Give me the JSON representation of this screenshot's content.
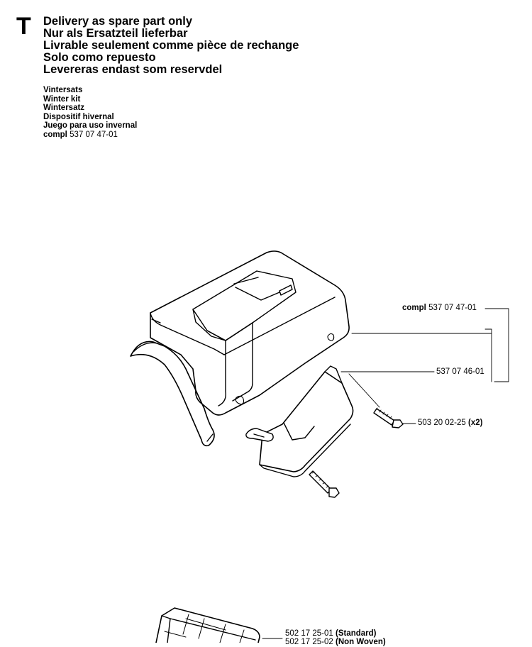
{
  "section_letter": "T",
  "header": {
    "lines": [
      "Delivery as spare part only",
      "Nur als Ersatzteil lieferbar",
      "Livrable seulement comme pièce de rechange",
      "Solo como repuesto",
      "Levereras endast som reservdel"
    ]
  },
  "kit": {
    "names": [
      "Vintersats",
      "Winter kit",
      "Wintersatz",
      "Dispositif hivernal",
      "Juego para uso invernal"
    ],
    "compl_prefix": "compl",
    "compl_number": "537 07 47-01"
  },
  "callouts": {
    "c1": {
      "prefix": "compl",
      "number": "537 07 47-01"
    },
    "c2": {
      "number": "537 07 46-01"
    },
    "c3": {
      "number": "503 20 02-25",
      "qty": "(x2)"
    },
    "c4": {
      "number": "502 17 25-01",
      "suffix": "(Standard)"
    },
    "c5": {
      "number": "502 17 25-02",
      "suffix": "(Non Woven)"
    }
  }
}
